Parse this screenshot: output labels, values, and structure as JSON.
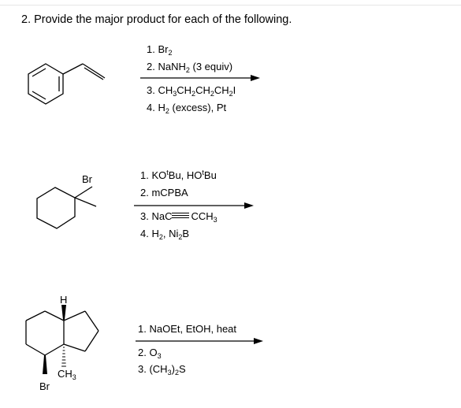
{
  "question": {
    "text": "2. Provide the major product for each of the following."
  },
  "reactions": [
    {
      "reagents": {
        "r1_num": "1. ",
        "r1_a": "Br",
        "r1_b": "2",
        "r2_num": "2. ",
        "r2_a": "NaNH",
        "r2_b": "2",
        "r2_c": " (3 equiv)",
        "r3_num": "3. ",
        "r3_a": "CH",
        "r3_b": "3",
        "r3_c": "CH",
        "r3_d": "2",
        "r3_e": "CH",
        "r3_f": "2",
        "r3_g": "CH",
        "r3_h": "2",
        "r3_i": "I",
        "r4_num": "4. ",
        "r4_a": "H",
        "r4_b": "2",
        "r4_c": " (excess), Pt"
      }
    },
    {
      "atom_label": "Br",
      "reagents": {
        "r1_num": "1. ",
        "r1_a": "KO",
        "r1_b": "t",
        "r1_c": "Bu, HO",
        "r1_d": "t",
        "r1_e": "Bu",
        "r2_num": "2. ",
        "r2_a": "mCPBA",
        "r3_num": "3. ",
        "r3_a": "NaC",
        "r3_b": "CCH",
        "r3_c": "3",
        "r4_num": "4. ",
        "r4_a": "H",
        "r4_b": "2",
        "r4_c": ", Ni",
        "r4_d": "2",
        "r4_e": "B"
      }
    },
    {
      "atom_labels": {
        "h": "H",
        "ch3_a": "CH",
        "ch3_b": "3",
        "br": "Br"
      },
      "reagents": {
        "r1_num": "1. ",
        "r1_a": "NaOEt, EtOH, heat",
        "r2_num": "2. ",
        "r2_a": "O",
        "r2_b": "3",
        "r3_num": "3. ",
        "r3_a": "(CH",
        "r3_b": "3",
        "r3_c": ")",
        "r3_d": "2",
        "r3_e": "S"
      }
    }
  ]
}
